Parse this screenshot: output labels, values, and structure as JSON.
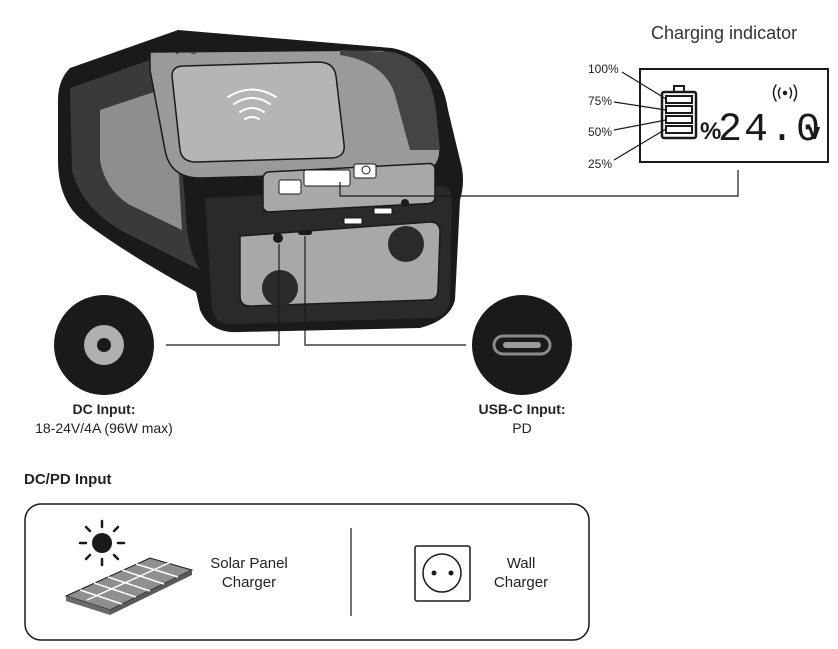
{
  "charging_indicator": {
    "title": "Charging indicator",
    "levels": [
      "100%",
      "75%",
      "50%",
      "25%"
    ],
    "display": {
      "percent_symbol": "%",
      "voltage_value": "24.0",
      "voltage_unit": "v"
    }
  },
  "dc_input": {
    "title": "DC Input:",
    "spec": "18-24V/4A (96W max)"
  },
  "usbc_input": {
    "title": "USB-C Input:",
    "spec": "PD"
  },
  "input_section": {
    "heading": "DC/PD Input",
    "options": [
      {
        "label_line1": "Solar Panel",
        "label_line2": "Charger",
        "icon": "solar-panel-icon"
      },
      {
        "label_line1": "Wall",
        "label_line2": "Charger",
        "icon": "wall-socket-icon"
      }
    ]
  },
  "device": {
    "brand": "Sandberg",
    "icon": "power-station-device"
  },
  "colors": {
    "outline": "#1a1a1a",
    "body_gray": "#9a9a9a",
    "dark_gray": "#3a3a3a",
    "panel_gray": "#b5b5b5"
  }
}
